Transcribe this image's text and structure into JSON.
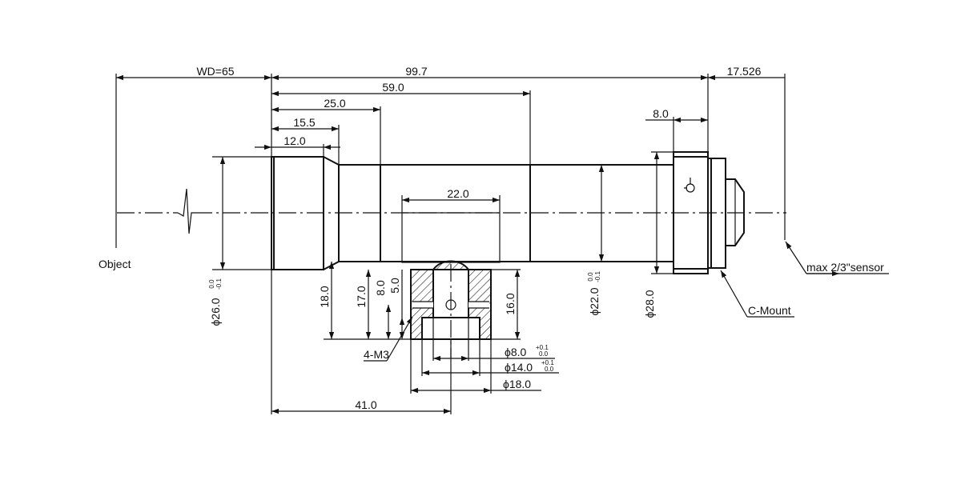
{
  "labels": {
    "object": "Object",
    "sensor": "max 2/3\"sensor",
    "mount": "C-Mount",
    "thread": "4-M3"
  },
  "dims": {
    "wd": "WD=65",
    "total": "99.7",
    "back": "17.526",
    "d590": "59.0",
    "d250": "25.0",
    "d155": "15.5",
    "d120": "12.0",
    "d80": "8.0",
    "d220": "22.0",
    "d410": "41.0",
    "h180": "18.0",
    "h170": "17.0",
    "h80": "8.0",
    "h50": "5.0",
    "h160": "16.0",
    "dia26": "ϕ26.0",
    "dia22": "ϕ22.0",
    "dia28": "ϕ28.0",
    "dia8": "ϕ8.0",
    "dia14": "ϕ14.0",
    "dia18": "ϕ18.0"
  },
  "tolerances": {
    "dia26_up": "0.0",
    "dia26_lo": "-0.1",
    "dia22_up": "0.0",
    "dia22_lo": "-0.1",
    "dia8_up": "+0.1",
    "dia8_lo": "0.0",
    "dia14_up": "+0.1",
    "dia14_lo": "0.0"
  }
}
